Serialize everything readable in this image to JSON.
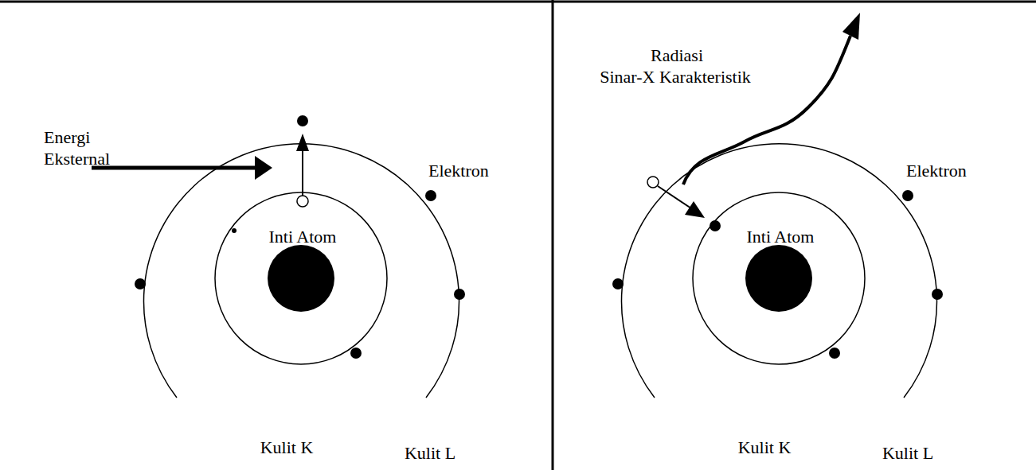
{
  "diagram": {
    "labels": [
      "Energi",
      "Eksternal",
      "Elektron",
      "Inti Atom",
      "Kulit K",
      "Kulit L",
      "Radiasi",
      "Sinar-X Karakteristik",
      "Elektron",
      "Inti Atom",
      "Kulit K",
      "Kulit L"
    ]
  }
}
